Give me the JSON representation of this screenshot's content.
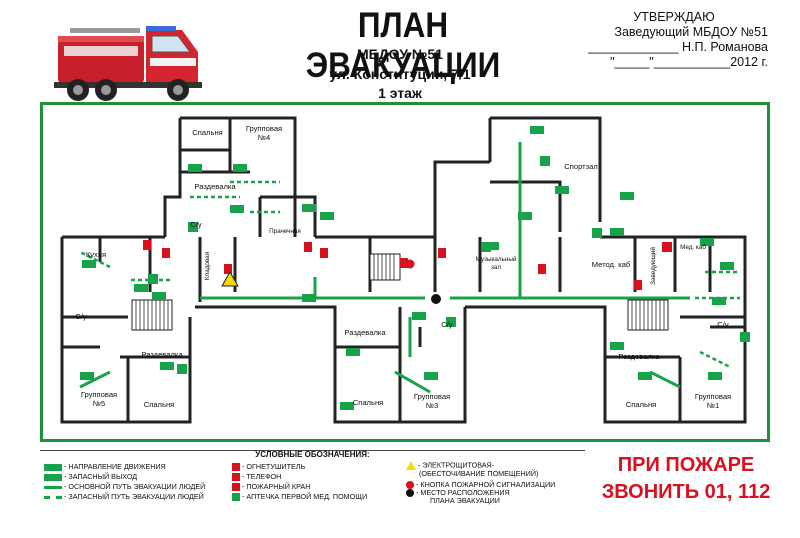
{
  "header": {
    "title": "ПЛАН ЭВАКУАЦИИ",
    "org": "МБДОУ №51",
    "address": "ул. Конституции, 7/1",
    "floor": "1 этаж"
  },
  "approval": {
    "line1": "УТВЕРЖДАЮ",
    "line2": "Заведующий МБДОУ №51",
    "line3": "_____________ Н.П. Романова",
    "line4": "\"_____\"___________2012 г."
  },
  "rooms": {
    "spalnya_top": "Спальня",
    "gruppovaya4_a": "Групповая",
    "gruppovaya4_b": "№4",
    "razdevalka_top": "Раздевалка",
    "su_top": "С/у",
    "prachechnaya": "Прачечная",
    "kuhnya": "Кухня",
    "kladovaya": "Кладовая",
    "su_left": "С/у",
    "razdevalka_left": "Раздевалка",
    "gruppovaya5_a": "Групповая",
    "gruppovaya5_b": "№5",
    "spalnya_left": "Спальня",
    "razdevalka_mid": "Раздевалка",
    "su_mid": "С/у",
    "spalnya_mid": "Спальня",
    "gruppovaya3_a": "Групповая",
    "gruppovaya3_b": "№3",
    "muz_a": "Музыкальный",
    "muz_b": "зал",
    "sportzal": "Спортзал",
    "metod": "Метод. каб",
    "zaveduyuschiy": "Заведующий",
    "med": "Мед. каб",
    "su_right": "С/у",
    "razdevalka_right": "Раздевалка",
    "spalnya_right": "Спальня",
    "gruppovaya1_a": "Групповая",
    "gruppovaya1_b": "№1"
  },
  "legend": {
    "title": "УСЛОВНЫЕ ОБОЗНАЧЕНИЯ:",
    "items": {
      "direction": "- НАПРАВЛЕНИЕ ДВИЖЕНИЯ",
      "spare_exit": "- ЗАПАСНЫЙ ВЫХОД",
      "main_path": "- ОСНОВНОЙ ПУТЬ ЭВАКУАЦИИ ЛЮДЕЙ",
      "spare_path": "- ЗАПАСНЫЙ  ПУТЬ ЭВАКУАЦИИ ЛЮДЕЙ",
      "extinguisher": "- ОГНЕТУШИТЕЛЬ",
      "phone": "- ТЕЛЕФОН",
      "hydrant": "- ПОЖАРНЫЙ КРАН",
      "first_aid": "- АПТЕЧКА ПЕРВОЙ МЕД. ПОМОЩИ",
      "electrical_a": "- ЭЛЕКТРОЩИТОВАЯ-",
      "electrical_b": "(ОБЕСТОЧИВАНИЕ ПОМЕЩЕНИЙ)",
      "alarm_button": "- КНОПКА ПОЖАРНОЙ СИГНАЛИЗАЦИИ",
      "location_a": "- МЕСТО РАСПОЛОЖЕНИЯ",
      "location_b": "ПЛАНА ЭВАКУАЦИИ"
    }
  },
  "warning": {
    "line1": "ПРИ ПОЖАРЕ",
    "line2": "ЗВОНИТЬ 01, 112"
  },
  "colors": {
    "plan_border": "#1f8f3a",
    "sign_green": "#17a34a",
    "fire_red": "#d8111f",
    "wall": "#222222"
  }
}
